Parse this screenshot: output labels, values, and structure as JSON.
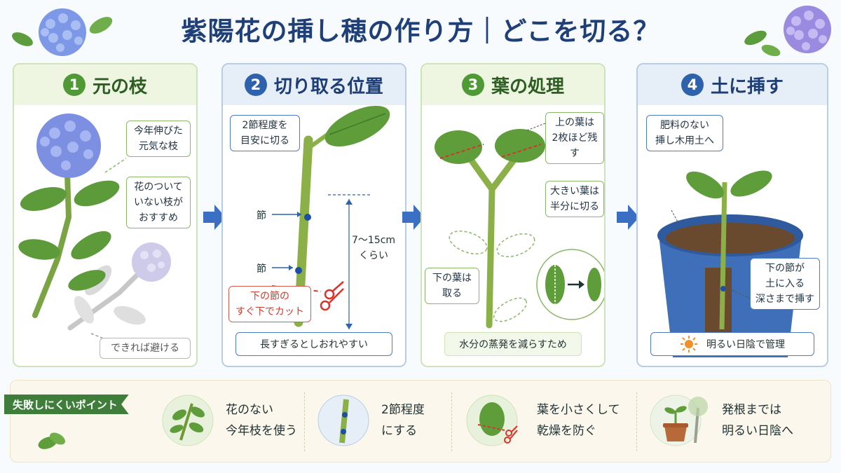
{
  "title": "紫陽花の挿し穂の作り方｜どこを切る？",
  "steps": [
    {
      "num": "1",
      "heading": "元の枝",
      "callouts": [
        "今年伸びた\n元気な枝",
        "花のついて\nいない枝が\nおすすめ",
        "できれば避ける"
      ]
    },
    {
      "num": "2",
      "heading": "切り取る位置",
      "callouts": [
        "2節程度を\n目安に切る",
        "下の節の\nすぐ下でカット"
      ],
      "node_label": "節",
      "length_label": "7〜15cm\nくらい",
      "footer": "長すぎるとしおれやすい"
    },
    {
      "num": "3",
      "heading": "葉の処理",
      "callouts": [
        "上の葉は\n2枚ほど残す",
        "大きい葉は\n半分に切る",
        "下の葉は\n取る"
      ],
      "footer": "水分の蒸発を減らすため"
    },
    {
      "num": "4",
      "heading": "土に挿す",
      "callouts": [
        "肥料のない\n挿し木用土へ",
        "下の節が\n土に入る\n深さまで挿す"
      ],
      "footer": "明るい日陰で管理"
    }
  ],
  "tips": {
    "label": "失敗しにくいポイント",
    "items": [
      "花のない\n今年枝を使う",
      "2節程度\nにする",
      "葉を小さくして\n乾燥を防ぐ",
      "発根までは\n明るい日陰へ"
    ]
  },
  "colors": {
    "title": "#1f3f78",
    "green_accent": "#4f9a36",
    "blue_accent": "#2f62ad",
    "cut_red": "#d9342b",
    "arrow_blue": "#3a6fc4"
  },
  "icons": [
    "hydrangea-icon",
    "leaf-icon",
    "scissors-icon",
    "arrow-right-icon",
    "sun-icon",
    "pot-icon"
  ]
}
